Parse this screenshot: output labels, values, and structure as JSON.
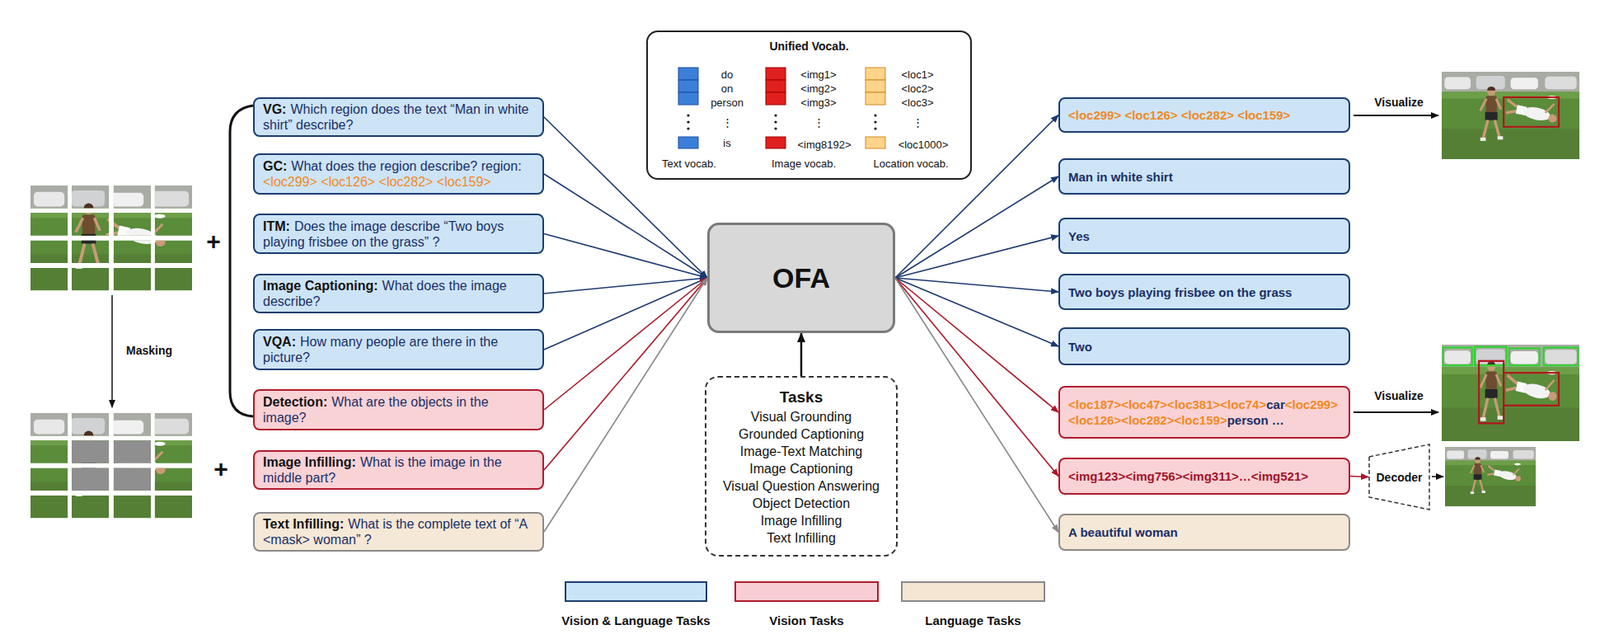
{
  "diagram": {
    "nodes": [
      {
        "text": [
          "Unified Vocab."
        ]
      },
      {
        "text": [
          "VG:",
          "Which region does the text “Man in white shirt” describe?"
        ]
      },
      {
        "text": [
          "GC:",
          "What does the region describe? region:",
          "<loc299> <loc126> <loc282> <loc159>"
        ]
      },
      {
        "text": [
          "ITM:",
          "Does the image describe “Two boys playing frisbee on the grass” ?"
        ]
      },
      {
        "text": [
          "Image Captioning:",
          "What does the image describe?"
        ]
      },
      {
        "text": [
          "VQA:",
          "How many people are there in the picture?"
        ]
      },
      {
        "text": [
          "Detection:",
          "What are the objects in the image?"
        ]
      },
      {
        "text": [
          "Image Infilling:",
          "What is the image in the middle part?"
        ]
      },
      {
        "text": [
          "Text Infilling:",
          "What is the complete text of “A <mask> woman” ?"
        ]
      },
      {
        "text": [
          "OFA"
        ]
      },
      {
        "text": [
          "Tasks",
          "Visual Grounding",
          "Grounded Captioning",
          "Image-Text Matching",
          "Image Captioning",
          "Visual Question Answering",
          "Object Detection",
          "Image Infilling",
          "Text Infilling"
        ]
      },
      {
        "text": [
          "<loc299> <loc126> <loc282> <loc159>"
        ]
      },
      {
        "text": [
          "Man in white shirt"
        ]
      },
      {
        "text": [
          "Yes"
        ]
      },
      {
        "text": [
          "Two boys playing frisbee on the grass"
        ]
      },
      {
        "text": [
          "Two"
        ]
      },
      {
        "text": [
          "<loc187><loc47><loc381><loc74>",
          "car",
          "<loc299><loc126><loc282><loc159>",
          "person …"
        ]
      },
      {
        "text": [
          "<img123><img756><img311>…<img521>"
        ]
      },
      {
        "text": [
          "A beautiful woman"
        ]
      },
      {
        "text": [
          "Decoder"
        ]
      }
    ],
    "edges": [
      {
        "from": 1,
        "to": 9,
        "arrow": "to"
      },
      {
        "from": 2,
        "to": 9,
        "arrow": "to"
      },
      {
        "from": 3,
        "to": 9,
        "arrow": "to"
      },
      {
        "from": 4,
        "to": 9,
        "arrow": "to"
      },
      {
        "from": 5,
        "to": 9,
        "arrow": "to"
      },
      {
        "from": 6,
        "to": 9,
        "arrow": "to"
      },
      {
        "from": 7,
        "to": 9,
        "arrow": "to"
      },
      {
        "from": 8,
        "to": 9,
        "arrow": "to"
      },
      {
        "from": 9,
        "to": 11,
        "arrow": "to"
      },
      {
        "from": 9,
        "to": 12,
        "arrow": "to"
      },
      {
        "from": 9,
        "to": 13,
        "arrow": "to"
      },
      {
        "from": 9,
        "to": 14,
        "arrow": "to"
      },
      {
        "from": 9,
        "to": 15,
        "arrow": "to"
      },
      {
        "from": 9,
        "to": 16,
        "arrow": "to"
      },
      {
        "from": 9,
        "to": 17,
        "arrow": "to"
      },
      {
        "from": 9,
        "to": 18,
        "arrow": "to"
      },
      {
        "from": 10,
        "to": 9,
        "arrow": "to"
      },
      {
        "from": 17,
        "to": 19,
        "arrow": "to"
      }
    ],
    "labels": [
      "+",
      "Masking",
      "+",
      "Visualize",
      "Visualize",
      "do",
      "on",
      "person",
      "⋮",
      "is",
      "Text vocab.",
      "<img1>",
      "<img2>",
      "<img3>",
      "⋮",
      "<img8192>",
      "Image vocab.",
      "<loc1>",
      "<loc2>",
      "<loc3>",
      "⋮",
      "<loc1000>",
      "Location vocab."
    ],
    "legend": [
      {
        "text": "Vision & Language Tasks",
        "color": "#c9e3f7"
      },
      {
        "text": "Vision Tasks",
        "color": "#f8cdd3"
      },
      {
        "text": "Language Tasks",
        "color": "#f5e6d3"
      }
    ]
  }
}
